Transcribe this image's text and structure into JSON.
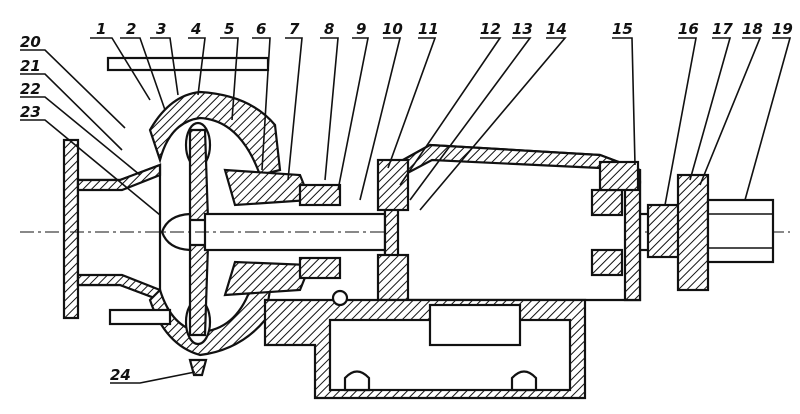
{
  "diagram": {
    "type": "pump cross-section drawing",
    "callouts_top": [
      "1",
      "2",
      "3",
      "4",
      "5",
      "6",
      "7",
      "8",
      "9",
      "10",
      "11",
      "12",
      "13",
      "14",
      "15",
      "16",
      "17",
      "18",
      "19"
    ],
    "callouts_left": [
      "20",
      "21",
      "22",
      "23"
    ],
    "callouts_bottom": [
      "24"
    ]
  }
}
